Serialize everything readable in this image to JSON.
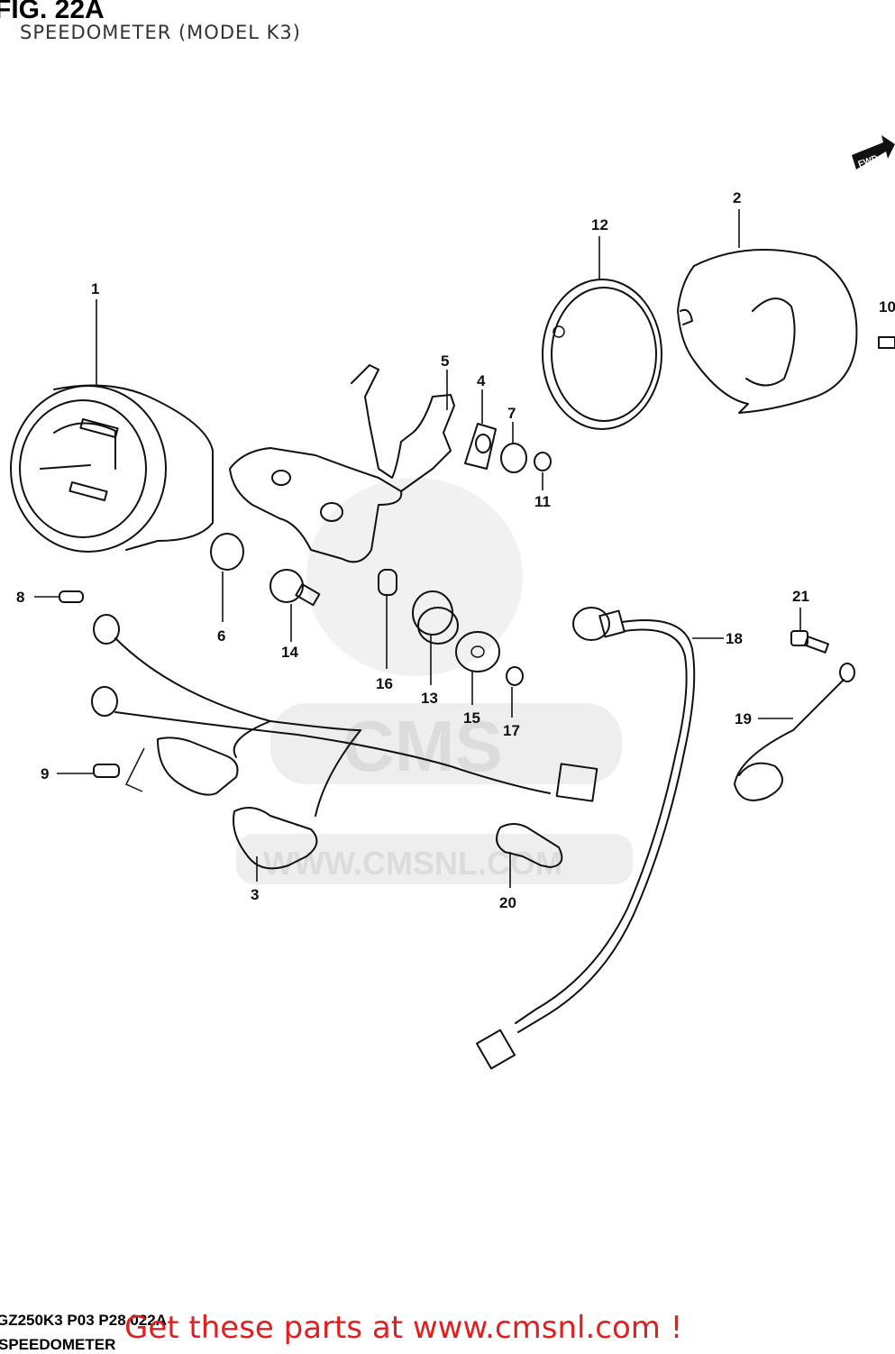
{
  "figure": {
    "title": "FIG. 22A",
    "subtitle": "SPEEDOMETER (MODEL K3)"
  },
  "footer": {
    "code": "GZ250K3 P03 P28 022A",
    "name": "SPEEDOMETER",
    "promo_link": "Get these parts at www.cmsnl.com !"
  },
  "watermark": {
    "brand": "CMS",
    "url": "WWW.CMSNL.COM"
  },
  "direction_arrow": "FWD",
  "callouts": [
    "1",
    "2",
    "3",
    "4",
    "5",
    "6",
    "7",
    "8",
    "9",
    "10",
    "11",
    "12",
    "13",
    "14",
    "15",
    "16",
    "17",
    "18",
    "19",
    "20",
    "21"
  ]
}
